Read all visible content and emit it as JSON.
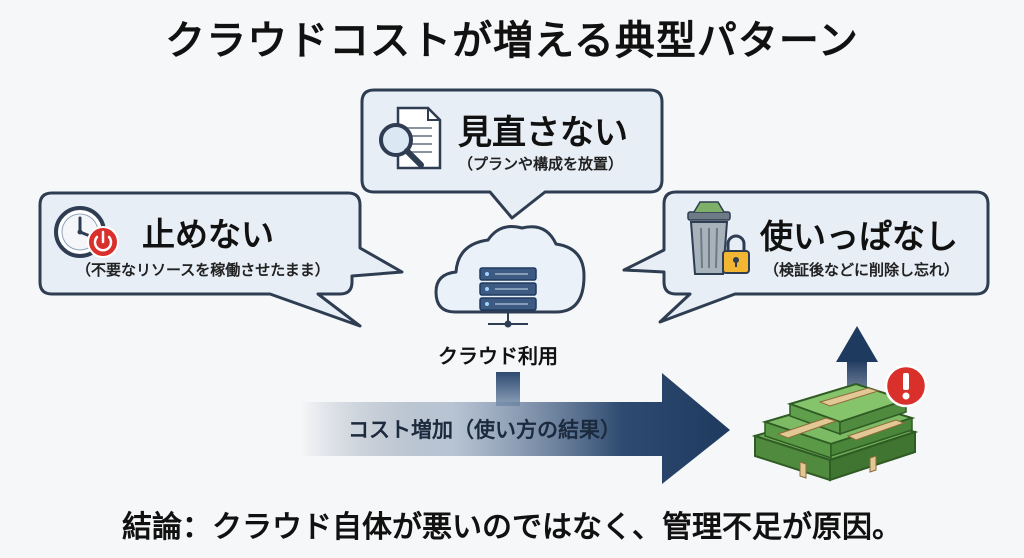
{
  "title": "クラウドコストが増える典型パターン",
  "bubbles": {
    "left": {
      "title": "止めない",
      "subtitle": "（不要なリソースを稼働させたまま）"
    },
    "center": {
      "title": "見直さない",
      "subtitle": "（プランや構成を放置）"
    },
    "right": {
      "title": "使いっぱなし",
      "subtitle": "（検証後などに削除し忘れ）"
    }
  },
  "cloud_label": "クラウド利用",
  "arrow_label": "コスト増加（使い方の結果）",
  "conclusion": "結論：クラウド自体が悪いのではなく、管理不足が原因。",
  "colors": {
    "bubble_fill": "#e8eef6",
    "bubble_stroke": "#2e3d52",
    "arrow_dark": "#1f3a5f",
    "money_green": "#5f9e4a",
    "alert_red": "#d9302c"
  },
  "icons": [
    "clock-icon",
    "power-icon",
    "magnifier-document-icon",
    "cloud-server-icon",
    "trash-can-icon",
    "padlock-icon",
    "money-stack-icon",
    "up-arrow-icon",
    "alert-icon"
  ]
}
